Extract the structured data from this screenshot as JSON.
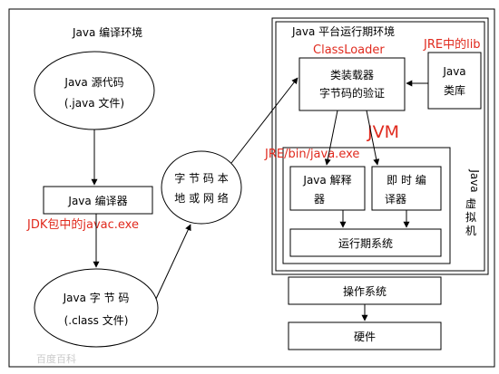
{
  "env_compile": "Java 编译环境",
  "env_platform": "Java 平台运行期环境",
  "source": {
    "line1": "Java  源代码",
    "line2": "(.java 文件)"
  },
  "compiler": "Java 编译器",
  "compiler_note": "JDK包中的javac.exe",
  "bytecode": {
    "line1": "Java   字 节 码",
    "line2": "(.class 文件)"
  },
  "bytecode_local": {
    "line1": "字 节 码 本",
    "line2": "地 或 网 络"
  },
  "classloader_note": "ClassLoader",
  "classloader": {
    "line1": "类装载器",
    "line2": "字节码的验证"
  },
  "lib_note": "JRE中的lib",
  "classlib": {
    "line1": "Java",
    "line2": "类库"
  },
  "jvm_note": "JVM",
  "interpreter_note": "JRE/bin/java.exe",
  "interpreter": {
    "line1": "Java 解释",
    "line2": "器"
  },
  "jit": {
    "line1": "即 时 编",
    "line2": "译器"
  },
  "runtime": "运行期系统",
  "vm_label": [
    "Java",
    "虚",
    "拟",
    "机"
  ],
  "os": "操作系统",
  "hardware": "硬件",
  "watermark": "百度百科"
}
